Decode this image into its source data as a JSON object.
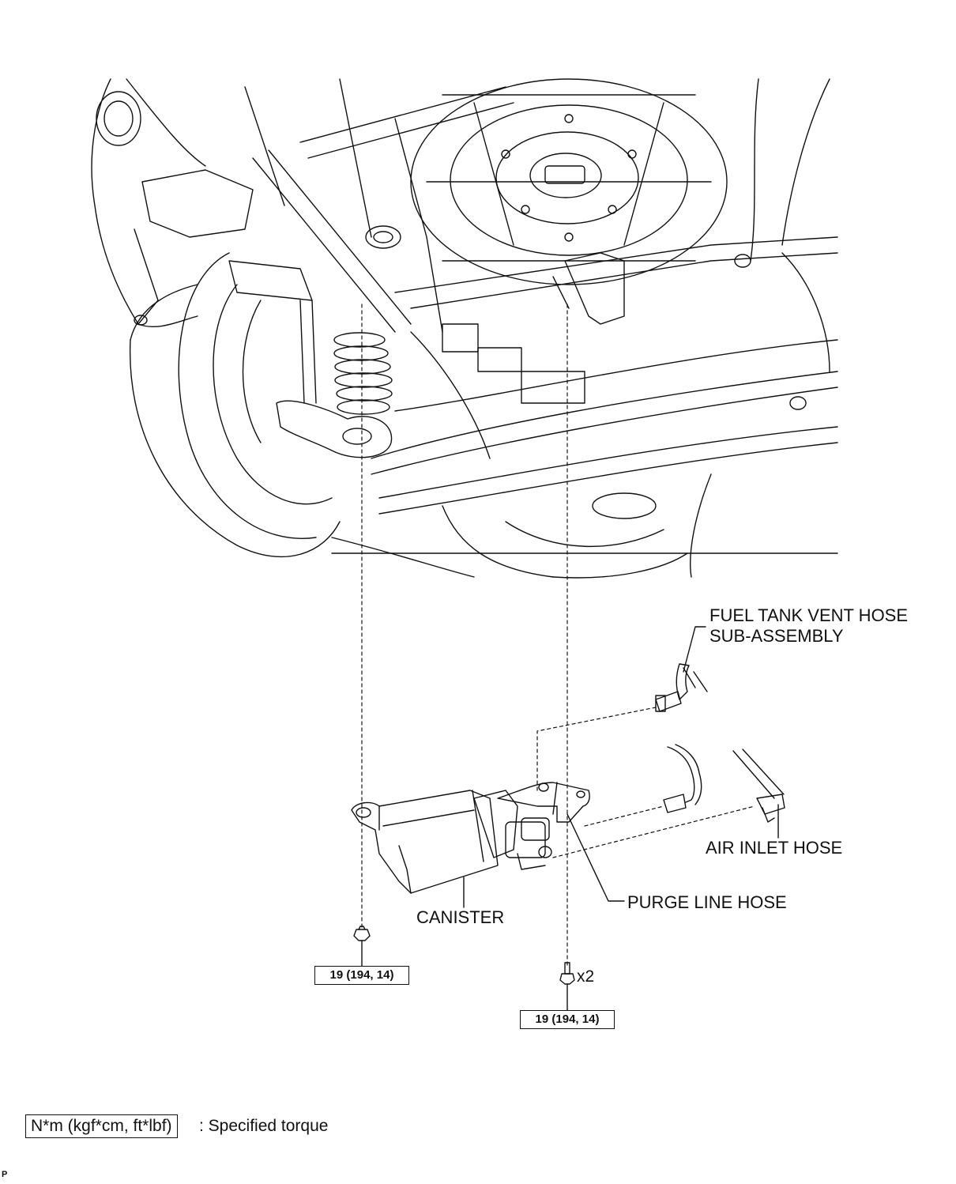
{
  "labels": {
    "fuel_tank_vent_hose_line1": "FUEL TANK VENT HOSE",
    "fuel_tank_vent_hose_line2": "SUB-ASSEMBLY",
    "air_inlet_hose": "AIR INLET HOSE",
    "purge_line_hose": "PURGE LINE HOSE",
    "canister": "CANISTER"
  },
  "torque": {
    "left": "19 (194, 14)",
    "right": "19 (194, 14)",
    "bolt_quantity": "x2"
  },
  "legend": {
    "unit_box": "N*m (kgf*cm, ft*lbf)",
    "description": ": Specified torque"
  },
  "corner_mark": "P",
  "colors": {
    "line": "#111111",
    "background": "#ffffff"
  }
}
